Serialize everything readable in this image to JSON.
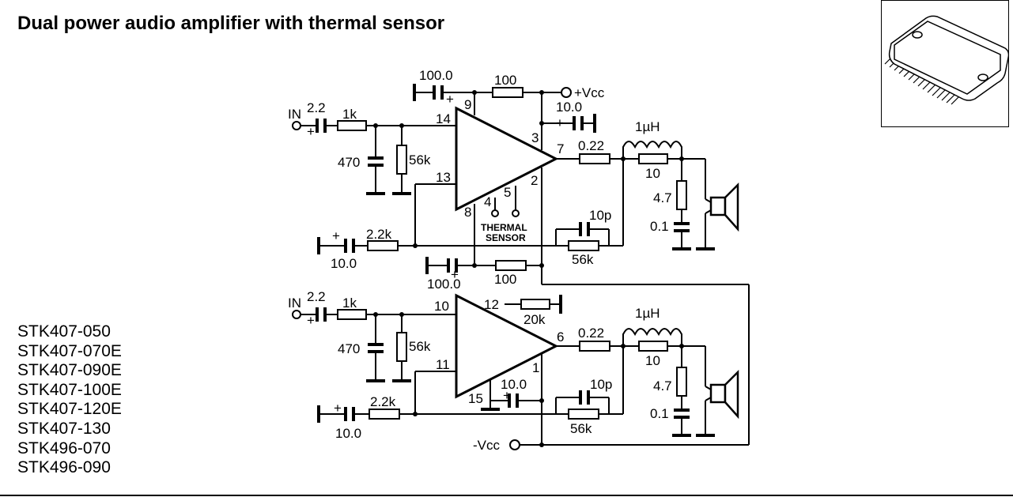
{
  "title": "Dual power audio amplifier with thermal sensor",
  "models": [
    "STK407-050",
    "STK407-070E",
    "STK407-090E",
    "STK407-100E",
    "STK407-120E",
    "STK407-130",
    "STK496-070",
    "STK496-090"
  ],
  "labels": {
    "in": "IN",
    "plus": "+",
    "vcc_pos": "+Vcc",
    "vcc_neg": "-Vcc",
    "thermal": "THERMAL",
    "sensor": "SENSOR",
    "c_2_2": "2.2",
    "r_1k": "1k",
    "c_470": "470",
    "r_56k": "56k",
    "c_100": "100.0",
    "r_100": "100",
    "c_10": "10.0",
    "r_0_22": "0.22",
    "l_1uh": "1µH",
    "r_10": "10",
    "r_4_7": "4.7",
    "c_0_1": "0.1",
    "c_10p": "10p",
    "r_2_2k": "2.2k",
    "r_20k": "20k"
  },
  "pins": {
    "p1": "1",
    "p2": "2",
    "p3": "3",
    "p4": "4",
    "p5": "5",
    "p6": "6",
    "p7": "7",
    "p8": "8",
    "p9": "9",
    "p10": "10",
    "p11": "11",
    "p12": "12",
    "p13": "13",
    "p14": "14",
    "p15": "15"
  }
}
